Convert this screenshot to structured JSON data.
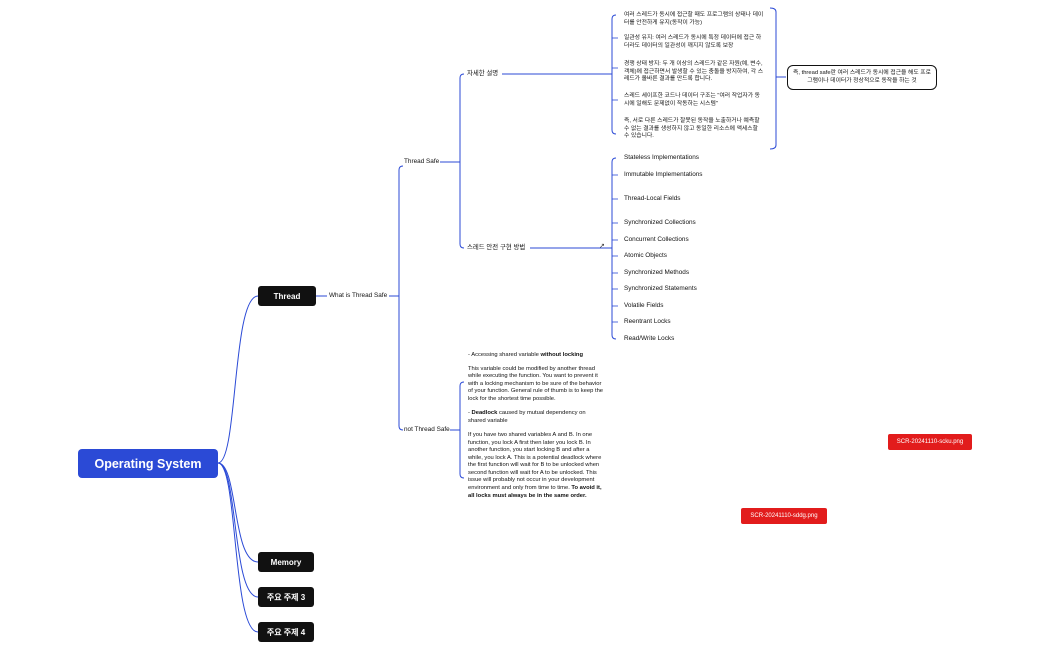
{
  "root": {
    "label": "Operating System"
  },
  "topics": {
    "thread": "Thread",
    "memory": "Memory",
    "topic3": "주요 주제 3",
    "topic4": "주요 주제 4"
  },
  "thread_tree": {
    "what_is": "What is Thread Safe",
    "thread_safe": "Thread Safe",
    "detail_label": "자세한 설명",
    "detail_paragraphs": [
      "여러 스레드가 동시에 접근할 때도 프로그램의 상태나 데이터를 안전하게 유지(동작이 가능)",
      "일관성 유지: 여러 스레드가 동시에 특정 데이터에 접근 하더라도 데이터의 일관성이 깨지지 않도록 보장",
      "경쟁 상태 방지: 두 개 이상의 스레드가 같은 자원(예, 변수, 객체)에 접근하면서 발생할 수 있는 충돌을 방지하여, 각 스레드가 올바른 결과를 만드록 합니다.",
      "스레드 세이프한 코드나 데이터 구조는 \"여러 작업자가 동시에 일해도 문제없이 작동하는 시스템\"",
      "즉, 서로 다른 스레드가 잘못된 동작을 노출하거나 예측할 수 없는 결과를 생성하지 않고 동일한 리소스에 액세스할 수 있습니다."
    ],
    "callout": "즉, thread safe란 여러 스레드가 동시에 접근을 해도 프로그램이나 데이터가 정상적으로 동작을 하는 것",
    "impl_label": "스레드 안전 구현 방법",
    "impl_link_icon": "external-link-icon",
    "methods": [
      "Stateless Implementations",
      "Immutable Implementations",
      "Thread-Local Fields",
      "Synchronized Collections",
      "Concurrent Collections",
      "Atomic Objects",
      "Synchronized Methods",
      "Synchronized Statements",
      "Volatile Fields",
      "Reentrant Locks",
      "Read/Write Locks"
    ],
    "not_safe": "not Thread Safe",
    "not_safe_note": {
      "p1_pre": "- Accessing shared variable ",
      "p1_bold": "without locking",
      "p2": "This variable could be modified by another thread while executing the function. You want to prevent it with a locking mechanism to be sure of the behavior of your function. General rule of thumb is to keep the lock for the shortest time possible.",
      "p3_pre": "- ",
      "p3_bold": "Deadlock",
      "p3_post": " caused by mutual dependency on shared variable",
      "p4": "If you have two shared variables A and B. In one function, you lock A first then later you lock B. In another function, you start locking B and after a while, you lock A. This is a potential deadlock where the first function will wait for B to be unlocked when second function will wait for A to be unlocked. This issue will probably not occur in your development environment and only from time to time. ",
      "p4_bold": "To avoid it, all locks must always be in the same order."
    }
  },
  "image_badges": [
    "SCR-20241110-scku.png",
    "SCR-20241110-sddg.png"
  ],
  "colors": {
    "root": "#2b4ad6",
    "line": "#2b4ad6",
    "topic": "#111111",
    "badge": "#e21c1c"
  }
}
